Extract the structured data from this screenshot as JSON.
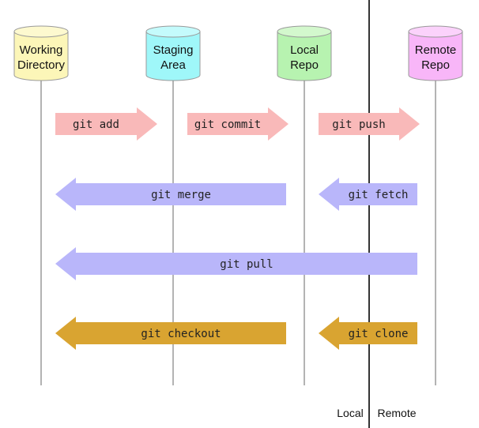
{
  "colors": {
    "lifeline": "#a0a0a0",
    "divider": "#000000",
    "cylinder_stroke": "#9a9a9a",
    "forward_arrow": "#f9b9b9",
    "backward_arrow": "#b9b6fa",
    "checkout_arrow": "#d9a431"
  },
  "repos": [
    {
      "id": "working",
      "lines": [
        "Working",
        "Directory"
      ],
      "fill": "#fcf6b8",
      "top_fill": "#fdf9cf"
    },
    {
      "id": "staging",
      "lines": [
        "Staging",
        "Area"
      ],
      "fill": "#9ff7f9",
      "top_fill": "#c4fbfc"
    },
    {
      "id": "local",
      "lines": [
        "Local",
        "Repo"
      ],
      "fill": "#b7f3b0",
      "top_fill": "#d3f8cd"
    },
    {
      "id": "remote",
      "lines": [
        "Remote",
        "Repo"
      ],
      "fill": "#f8b6f8",
      "top_fill": "#fbd2fb"
    }
  ],
  "commands": [
    {
      "label": "git add",
      "from": "working",
      "to": "staging",
      "direction": "right",
      "style": "forward"
    },
    {
      "label": "git commit",
      "from": "staging",
      "to": "local",
      "direction": "right",
      "style": "forward"
    },
    {
      "label": "git push",
      "from": "local",
      "to": "remote",
      "direction": "right",
      "style": "forward"
    },
    {
      "label": "git merge",
      "from": "local",
      "to": "working",
      "direction": "left",
      "style": "backward"
    },
    {
      "label": "git fetch",
      "from": "remote",
      "to": "local",
      "direction": "left",
      "style": "backward"
    },
    {
      "label": "git pull",
      "from": "remote",
      "to": "working",
      "direction": "left",
      "style": "backward"
    },
    {
      "label": "git checkout",
      "from": "local",
      "to": "working",
      "direction": "left",
      "style": "checkout"
    },
    {
      "label": "git clone",
      "from": "remote",
      "to": "local",
      "direction": "left",
      "style": "checkout"
    }
  ],
  "sides": {
    "local": "Local",
    "remote": "Remote"
  }
}
